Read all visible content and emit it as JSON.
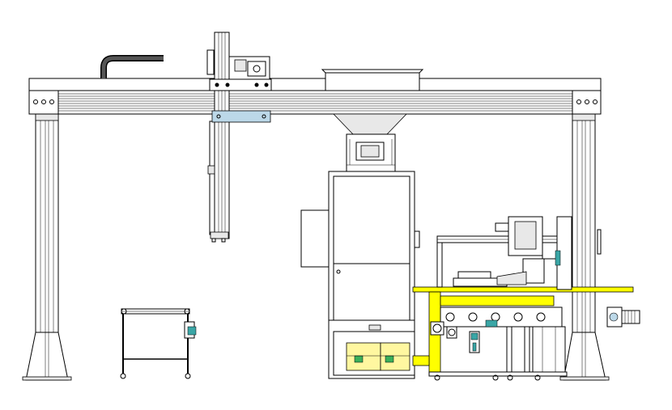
{
  "drawing": {
    "colors": {
      "line": "#000000",
      "background": "#ffffff",
      "accent_yellow": "#ffff00",
      "yellow_fill": "#fff7a0",
      "cyan_detail": "#3aa6a6",
      "green_detail": "#3ab05a",
      "light_blue_detail": "#bcd8e8"
    },
    "components": [
      {
        "name": "gantry-frame"
      },
      {
        "name": "gantry-beam"
      },
      {
        "name": "left-column"
      },
      {
        "name": "right-column"
      },
      {
        "name": "robot-carriage"
      },
      {
        "name": "vertical-axis-arm"
      },
      {
        "name": "cable-hose"
      },
      {
        "name": "hopper"
      },
      {
        "name": "filling-cabinet"
      },
      {
        "name": "control-panel"
      },
      {
        "name": "roller-conveyor"
      },
      {
        "name": "bag-conveyor-station"
      },
      {
        "name": "yellow-frame"
      },
      {
        "name": "motor-unit"
      },
      {
        "name": "storage-boxes"
      }
    ]
  }
}
